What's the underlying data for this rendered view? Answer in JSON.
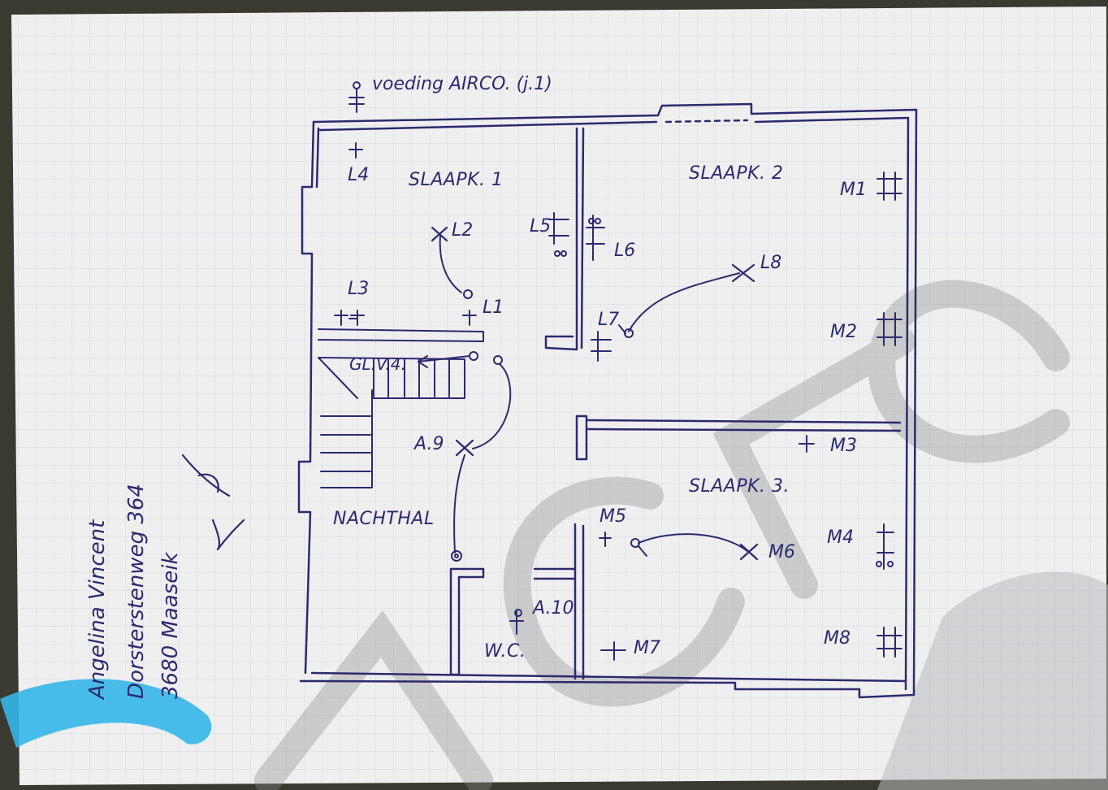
{
  "title": "voeding AIRCO. (j.1)",
  "rooms": {
    "slaapk1": "SLAAPK. 1",
    "slaapk2": "SLAAPK. 2",
    "slaapk3": "SLAAPK. 3.",
    "nachthal": "NACHTHAL",
    "wc": "W.C."
  },
  "points": {
    "L1": "L1",
    "L2": "L2",
    "L3": "L3",
    "L4": "L4",
    "L5": "L5",
    "L6": "L6",
    "L7": "L7",
    "L8": "L8",
    "M1": "M1",
    "M2": "M2",
    "M3": "M3",
    "M4": "M4",
    "M5": "M5",
    "M6": "M6",
    "M7": "M7",
    "M8": "M8",
    "A9": "A.9",
    "A10": "A.10",
    "GLV": "GL.V.4."
  },
  "address": {
    "name": "Angelina Vincent",
    "street": "Dorsterstenweg 364",
    "city": "3680 Maaseik"
  },
  "colors": {
    "ink": "#2c2a6e",
    "paper": "#efeff0",
    "grid": "#cfd2da",
    "background": "#3a3a30",
    "watermark": "#8a8a8a",
    "accent": "#35b6e8"
  }
}
